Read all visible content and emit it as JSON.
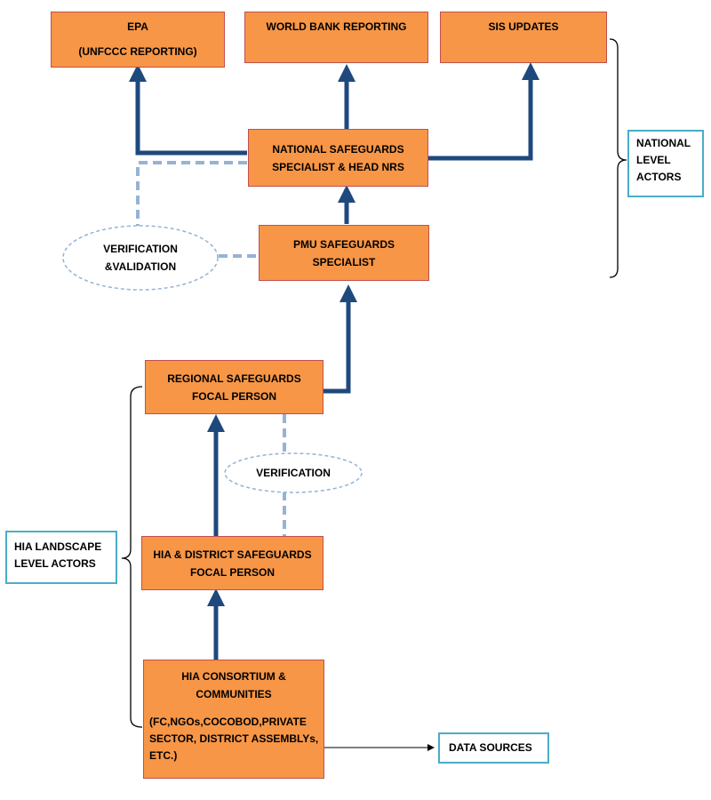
{
  "nodes": {
    "epa": {
      "lines": [
        "EPA",
        "(UNFCCC REPORTING)"
      ]
    },
    "world_bank": {
      "lines": [
        "WORLD BANK REPORTING"
      ]
    },
    "sis": {
      "lines": [
        "SIS UPDATES"
      ]
    },
    "national": {
      "lines": [
        "NATIONAL SAFEGUARDS",
        "SPECIALIST & HEAD NRS"
      ]
    },
    "pmu": {
      "lines": [
        "PMU SAFEGUARDS",
        "SPECIALIST"
      ]
    },
    "regional": {
      "lines": [
        "REGIONAL SAFEGUARDS",
        "FOCAL PERSON"
      ]
    },
    "district": {
      "lines": [
        "HIA & DISTRICT SAFEGUARDS",
        "FOCAL PERSON"
      ]
    },
    "consortium": {
      "lines": [
        "HIA CONSORTIUM &",
        "COMMUNITIES"
      ],
      "detail": [
        "(FC,NGOs,COCOBOD,PRIVATE",
        "SECTOR, DISTRICT ASSEMBLYs,",
        "ETC.)"
      ]
    },
    "data_sources": {
      "lines": [
        "DATA SOURCES"
      ]
    }
  },
  "ovals": {
    "verification_validation": {
      "lines": [
        "VERIFICATION",
        "&VALIDATION"
      ]
    },
    "verification": {
      "lines": [
        "VERIFICATION"
      ]
    }
  },
  "groups": {
    "national_level": {
      "lines": [
        "NATIONAL",
        "LEVEL",
        "ACTORS"
      ]
    },
    "landscape_level": {
      "lines": [
        "HIA LANDSCAPE",
        "LEVEL ACTORS"
      ]
    }
  },
  "colors": {
    "box_fill": "#f79646",
    "box_border": "#c0504d",
    "arrow": "#1f497d",
    "dashed": "#95b3d7",
    "label_border": "#4bacc6"
  }
}
